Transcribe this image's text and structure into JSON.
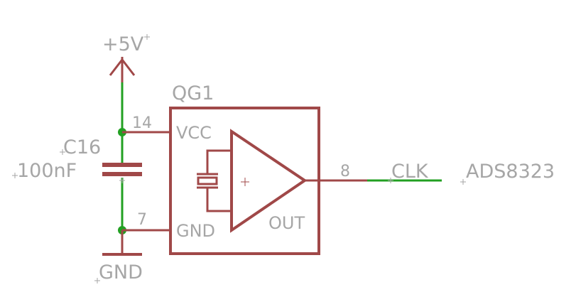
{
  "schematic": {
    "supply_label": "+5V",
    "ground_label": "GND",
    "capacitor": {
      "name": "C16",
      "value": "100nF"
    },
    "oscillator": {
      "name": "QG1",
      "pins": {
        "vcc": {
          "number": "14",
          "label": "VCC"
        },
        "gnd": {
          "number": "7",
          "label": "GND"
        },
        "out": {
          "number": "8",
          "label": "OUT"
        }
      }
    },
    "net_label": "CLK",
    "destination": "ADS8323",
    "colors": {
      "net": "#22a022",
      "part": "#a04848",
      "junction": "#22a022",
      "text": "#a6a6a6"
    }
  }
}
